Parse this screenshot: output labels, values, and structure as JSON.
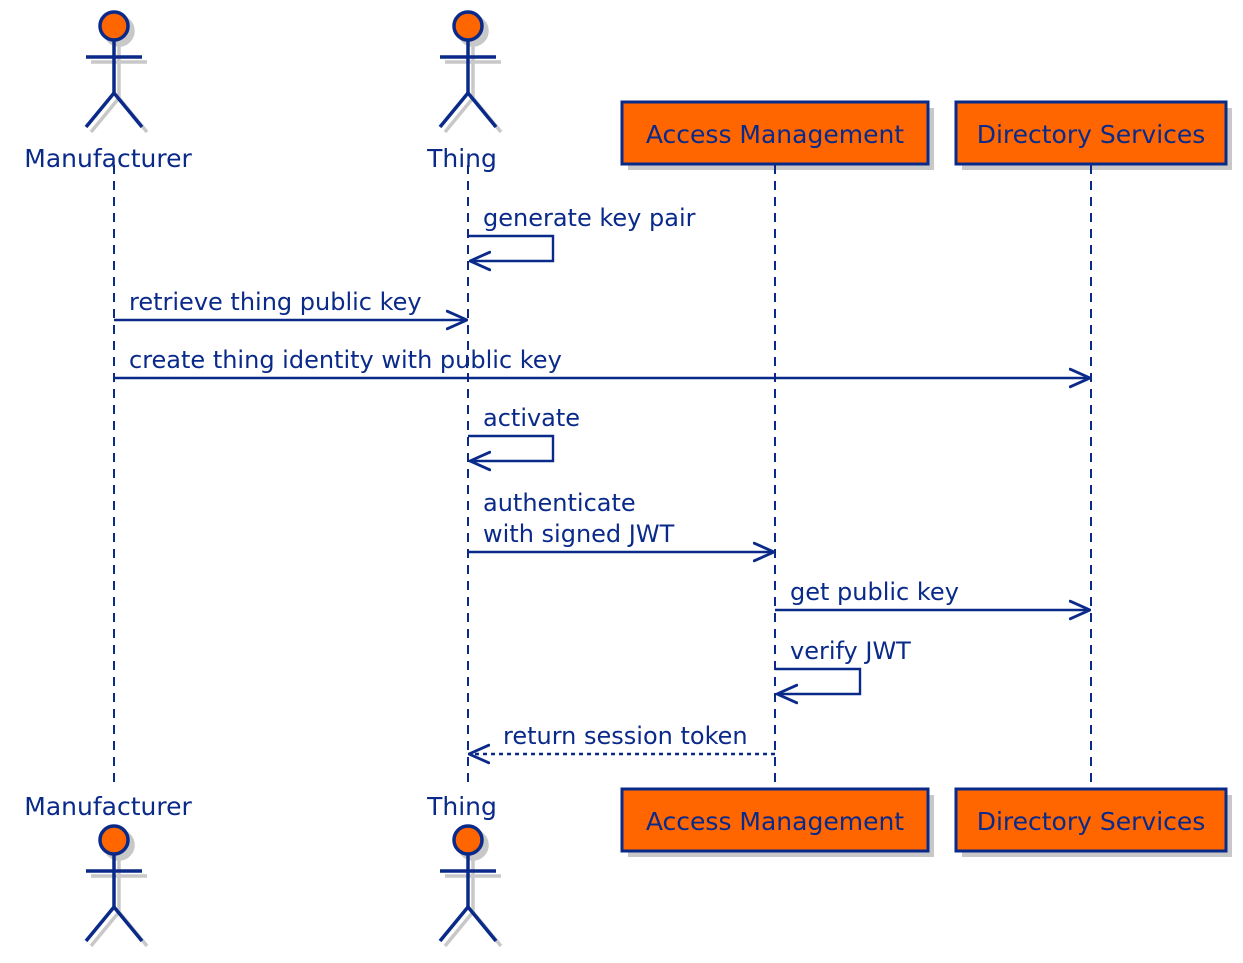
{
  "colors": {
    "line": "#0a2a8a",
    "fill": "#ff6600",
    "shadow": "#c8c8c8",
    "background": "#ffffff"
  },
  "participants": [
    {
      "id": "manufacturer",
      "kind": "actor",
      "label": "Manufacturer"
    },
    {
      "id": "thing",
      "kind": "actor",
      "label": "Thing"
    },
    {
      "id": "access_management",
      "kind": "box",
      "label": "Access Management"
    },
    {
      "id": "directory_services",
      "kind": "box",
      "label": "Directory Services"
    }
  ],
  "messages": [
    {
      "from": "thing",
      "to": "thing",
      "lines": [
        "generate key pair"
      ],
      "style": "solid"
    },
    {
      "from": "manufacturer",
      "to": "thing",
      "lines": [
        "retrieve thing public key"
      ],
      "style": "solid"
    },
    {
      "from": "manufacturer",
      "to": "directory_services",
      "lines": [
        "create thing identity with public key"
      ],
      "style": "solid"
    },
    {
      "from": "thing",
      "to": "thing",
      "lines": [
        "activate"
      ],
      "style": "solid"
    },
    {
      "from": "thing",
      "to": "access_management",
      "lines": [
        "authenticate",
        "with signed JWT"
      ],
      "style": "solid"
    },
    {
      "from": "access_management",
      "to": "directory_services",
      "lines": [
        "get public key"
      ],
      "style": "solid"
    },
    {
      "from": "access_management",
      "to": "access_management",
      "lines": [
        "verify JWT"
      ],
      "style": "solid"
    },
    {
      "from": "access_management",
      "to": "thing",
      "lines": [
        "return session token"
      ],
      "style": "dashed"
    }
  ]
}
